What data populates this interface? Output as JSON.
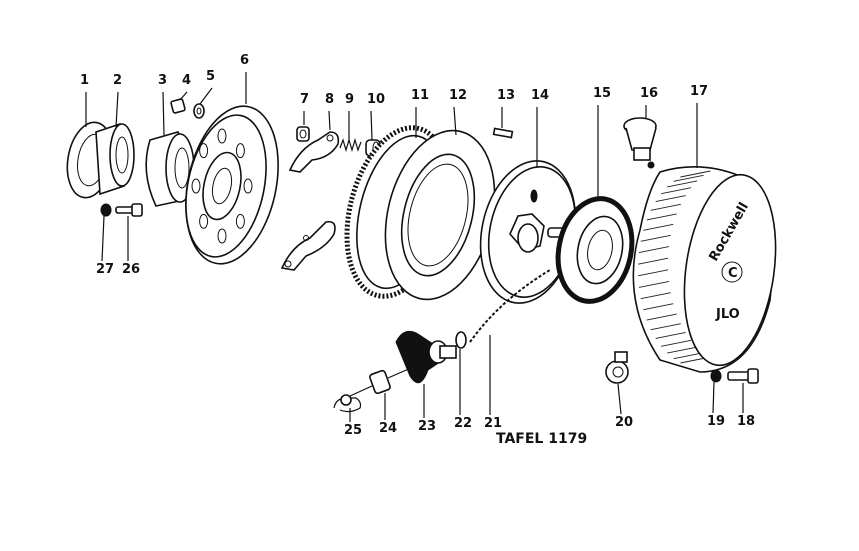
{
  "caption": "TAFEL 1179",
  "callouts": [
    {
      "id": "1",
      "text": "1"
    },
    {
      "id": "2",
      "text": "2"
    },
    {
      "id": "3",
      "text": "3"
    },
    {
      "id": "4",
      "text": "4"
    },
    {
      "id": "5",
      "text": "5"
    },
    {
      "id": "6",
      "text": "6"
    },
    {
      "id": "7",
      "text": "7"
    },
    {
      "id": "8",
      "text": "8"
    },
    {
      "id": "9",
      "text": "9"
    },
    {
      "id": "10",
      "text": "10"
    },
    {
      "id": "11",
      "text": "11"
    },
    {
      "id": "12",
      "text": "12"
    },
    {
      "id": "13",
      "text": "13"
    },
    {
      "id": "14",
      "text": "14"
    },
    {
      "id": "15",
      "text": "15"
    },
    {
      "id": "16",
      "text": "16"
    },
    {
      "id": "17",
      "text": "17"
    },
    {
      "id": "18",
      "text": "18"
    },
    {
      "id": "19",
      "text": "19"
    },
    {
      "id": "20",
      "text": "20"
    },
    {
      "id": "21",
      "text": "21"
    },
    {
      "id": "22",
      "text": "22"
    },
    {
      "id": "23",
      "text": "23"
    },
    {
      "id": "24",
      "text": "24"
    },
    {
      "id": "25",
      "text": "25"
    },
    {
      "id": "26",
      "text": "26"
    },
    {
      "id": "27",
      "text": "27"
    }
  ],
  "housing_text": {
    "brand_top": "Rockwell",
    "center": "C",
    "brand_bottom": "JLO"
  }
}
